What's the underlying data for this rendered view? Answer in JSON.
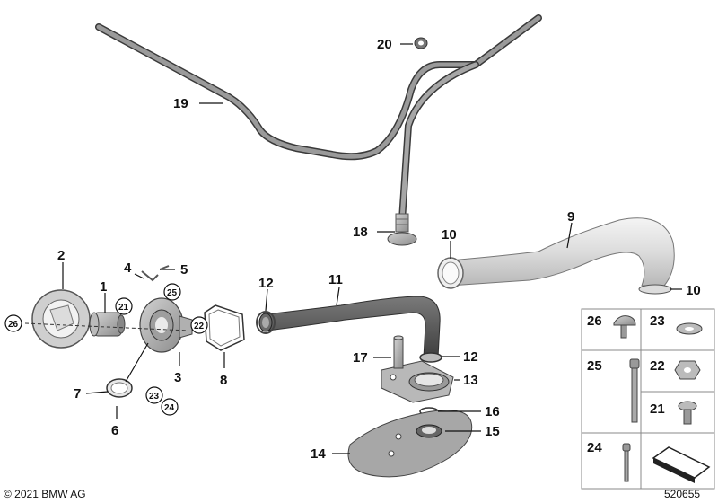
{
  "parts": {
    "p1": "1",
    "p2": "2",
    "p3": "3",
    "p4": "4",
    "p5": "5",
    "p6": "6",
    "p7": "7",
    "p8": "8",
    "p9": "9",
    "p10a": "10",
    "p10b": "10",
    "p11": "11",
    "p12a": "12",
    "p12b": "12",
    "p13": "13",
    "p14": "14",
    "p15": "15",
    "p16": "16",
    "p17": "17",
    "p18": "18",
    "p19": "19",
    "p20": "20",
    "c21": "21",
    "c22": "22",
    "c23": "23",
    "c24": "24",
    "c25": "25",
    "c26": "26"
  },
  "legend": {
    "l26": "26",
    "l23": "23",
    "l25": "25",
    "l22": "22",
    "l21": "21",
    "l24": "24"
  },
  "footer": {
    "copyright": "© 2021 BMW AG",
    "diagram_number": "520655"
  },
  "colors": {
    "metal": "#9a9a9a",
    "hose_dark": "#5a5a5a",
    "tube_light": "#e2e2e2",
    "line": "#111111"
  }
}
